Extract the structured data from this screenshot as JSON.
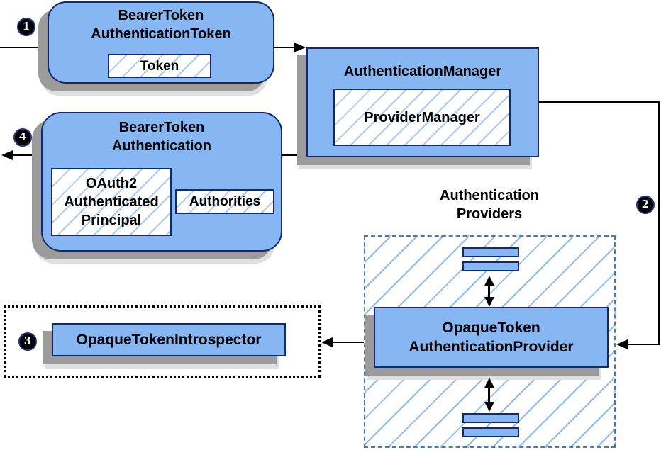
{
  "badges": {
    "step1": "1",
    "step2": "2",
    "step3": "3",
    "step4": "4"
  },
  "nodes": {
    "bearer_token_authentication_token": {
      "title_line1": "BearerToken",
      "title_line2": "AuthenticationToken",
      "token": "Token"
    },
    "authentication_manager": {
      "title": "AuthenticationManager",
      "provider_manager": "ProviderManager"
    },
    "bearer_token_authentication": {
      "title_line1": "BearerToken",
      "title_line2": "Authentication",
      "principal_line1": "OAuth2",
      "principal_line2": "Authenticated",
      "principal_line3": "Principal",
      "authorities": "Authorities"
    },
    "opaque_token_introspector": {
      "title": "OpaqueTokenIntrospector"
    },
    "opaque_token_authentication_provider": {
      "title_line1": "OpaqueToken",
      "title_line2": "AuthenticationProvider"
    },
    "authentication_providers": {
      "label_line1": "Authentication",
      "label_line2": "Providers"
    }
  },
  "colors": {
    "node_fill": "#86B7F3",
    "node_border": "#17286B",
    "inner_hatch_line": "#A9CBF1",
    "region_hatch_line": "#8FBBE9",
    "region_dashed_border": "#4679B8",
    "dotted_border": "#000000",
    "shadow_dark": "#9B9B9B",
    "shadow_light": "#E0E0E0",
    "badge_bg": "#000000",
    "badge_text": "#FFFFFF",
    "connector": "#000000"
  }
}
